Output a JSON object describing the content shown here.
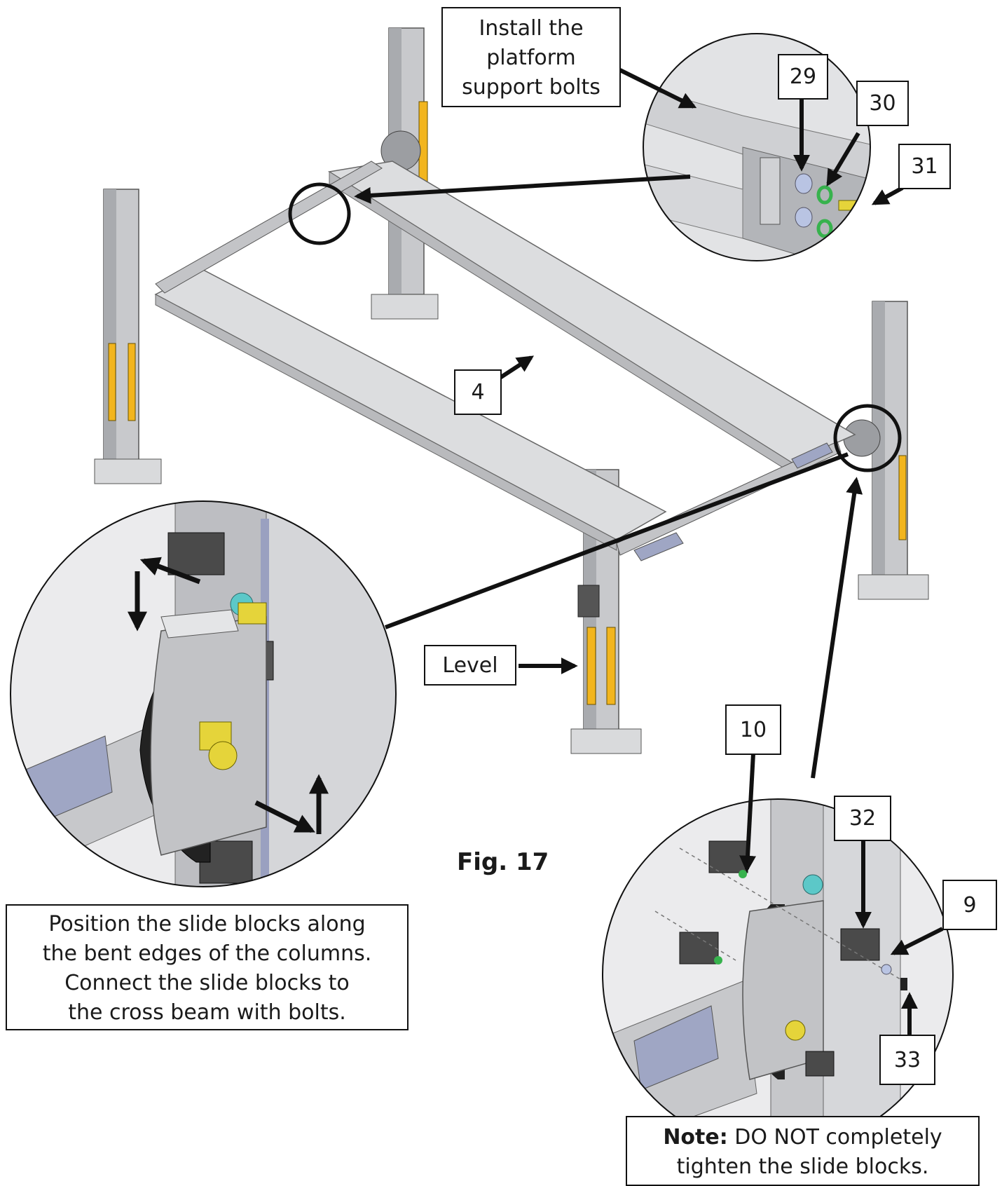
{
  "figure_label": "Fig. 17",
  "callouts": {
    "install": [
      "Install the",
      "platform",
      "support bolts"
    ],
    "slide": [
      "Position the slide blocks along",
      "the bent edges of the columns.",
      "Connect the slide blocks to",
      "the cross beam with bolts."
    ],
    "level": "Level",
    "note_bold": "Note:",
    "note_rest": " DO NOT completely",
    "note_line2": "tighten the slide blocks."
  },
  "part_numbers": {
    "p4": "4",
    "p9": "9",
    "p10": "10",
    "p29": "29",
    "p30": "30",
    "p31": "31",
    "p32": "32",
    "p33": "33"
  },
  "colors": {
    "steel": "#c8c9cc",
    "steel_dark": "#8e9095",
    "platform": "#dcdddf",
    "level_tag": "#f2b51e",
    "bolt": "#e5d43a",
    "washer_green": "#37b24d",
    "washer_blue": "#b9c4e3",
    "cyan_part": "#5cc8c8",
    "pulley": "#1f1f1f"
  }
}
